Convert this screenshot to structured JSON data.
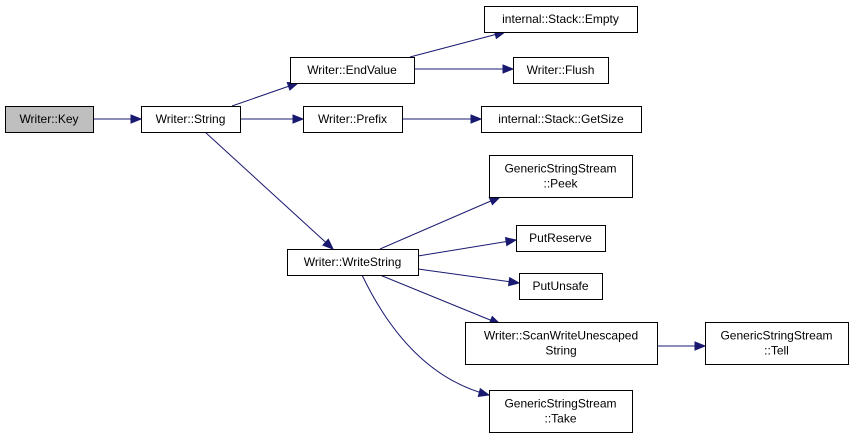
{
  "edge_color": "#191970",
  "root_fill": "#bfbfbf",
  "nodes": {
    "key": [
      "Writer::Key"
    ],
    "string": [
      "Writer::String"
    ],
    "endvalue": [
      "Writer::EndValue"
    ],
    "prefix": [
      "Writer::Prefix"
    ],
    "writestring": [
      "Writer::WriteString"
    ],
    "empty": [
      "internal::Stack::Empty"
    ],
    "flush": [
      "Writer::Flush"
    ],
    "getsize": [
      "internal::Stack::GetSize"
    ],
    "peek": [
      "GenericStringStream",
      "::Peek"
    ],
    "putreserve": [
      "PutReserve"
    ],
    "putunsafe": [
      "PutUnsafe"
    ],
    "scan": [
      "Writer::ScanWriteUnescaped",
      "String"
    ],
    "tell": [
      "GenericStringStream",
      "::Tell"
    ],
    "take": [
      "GenericStringStream",
      "::Take"
    ]
  },
  "edges": [
    [
      "key",
      "string"
    ],
    [
      "string",
      "endvalue"
    ],
    [
      "string",
      "prefix"
    ],
    [
      "string",
      "writestring"
    ],
    [
      "endvalue",
      "empty"
    ],
    [
      "endvalue",
      "flush"
    ],
    [
      "prefix",
      "getsize"
    ],
    [
      "writestring",
      "peek"
    ],
    [
      "writestring",
      "putreserve"
    ],
    [
      "writestring",
      "putunsafe"
    ],
    [
      "writestring",
      "scan"
    ],
    [
      "writestring",
      "take"
    ],
    [
      "scan",
      "tell"
    ]
  ]
}
